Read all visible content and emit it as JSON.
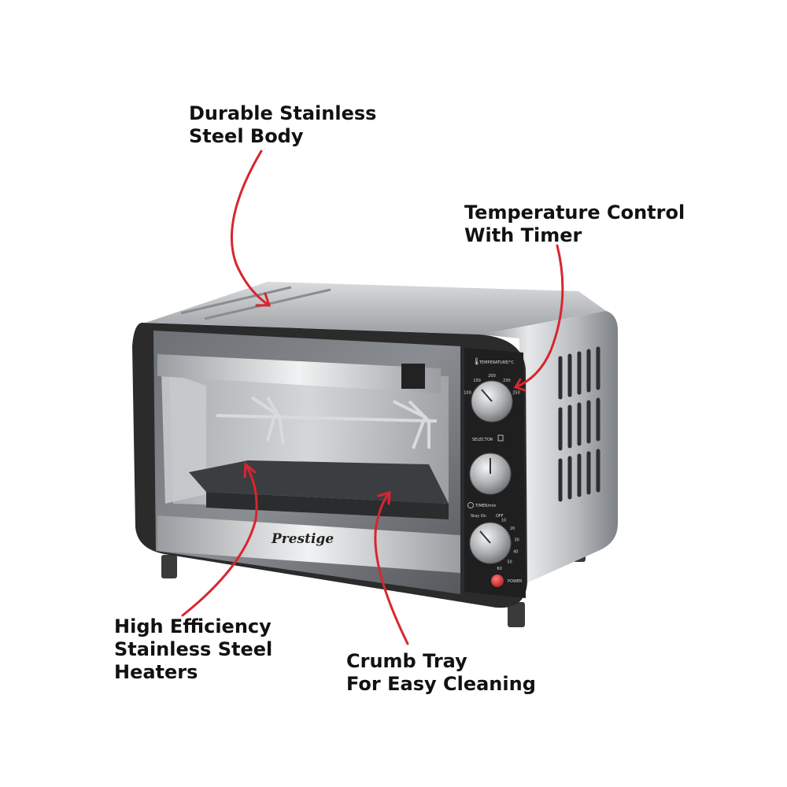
{
  "callouts": {
    "body": {
      "line1": "Durable Stainless",
      "line2": "Steel Body"
    },
    "control": {
      "line1": "Temperature Control",
      "line2": "With Timer"
    },
    "heaters": {
      "line1": "High Efficiency",
      "line2": "Stainless Steel",
      "line3": "Heaters"
    },
    "tray": {
      "line1": "Crumb Tray",
      "line2": "For Easy Cleaning"
    }
  },
  "oven": {
    "brand": "Prestige",
    "knob_labels": {
      "temperature": "TEMPERATURE/°C",
      "selector": "SELECTOR",
      "timer": "TIMER/min",
      "stay_on": "Stay On",
      "off": "OFF",
      "power": "POWER"
    },
    "temperature_marks": [
      "100",
      "150",
      "200",
      "230",
      "250"
    ],
    "timer_marks": [
      "10",
      "20",
      "30",
      "40",
      "50",
      "60"
    ]
  },
  "colors": {
    "arrow": "#d7262f",
    "text": "#111111",
    "panel": "#2a2a2a",
    "steel": "#c9cbcd",
    "power_button": "#d32f2f"
  },
  "icons": [
    "thermometer-icon",
    "selector-mode-icon",
    "clock-icon",
    "power-button-icon"
  ]
}
